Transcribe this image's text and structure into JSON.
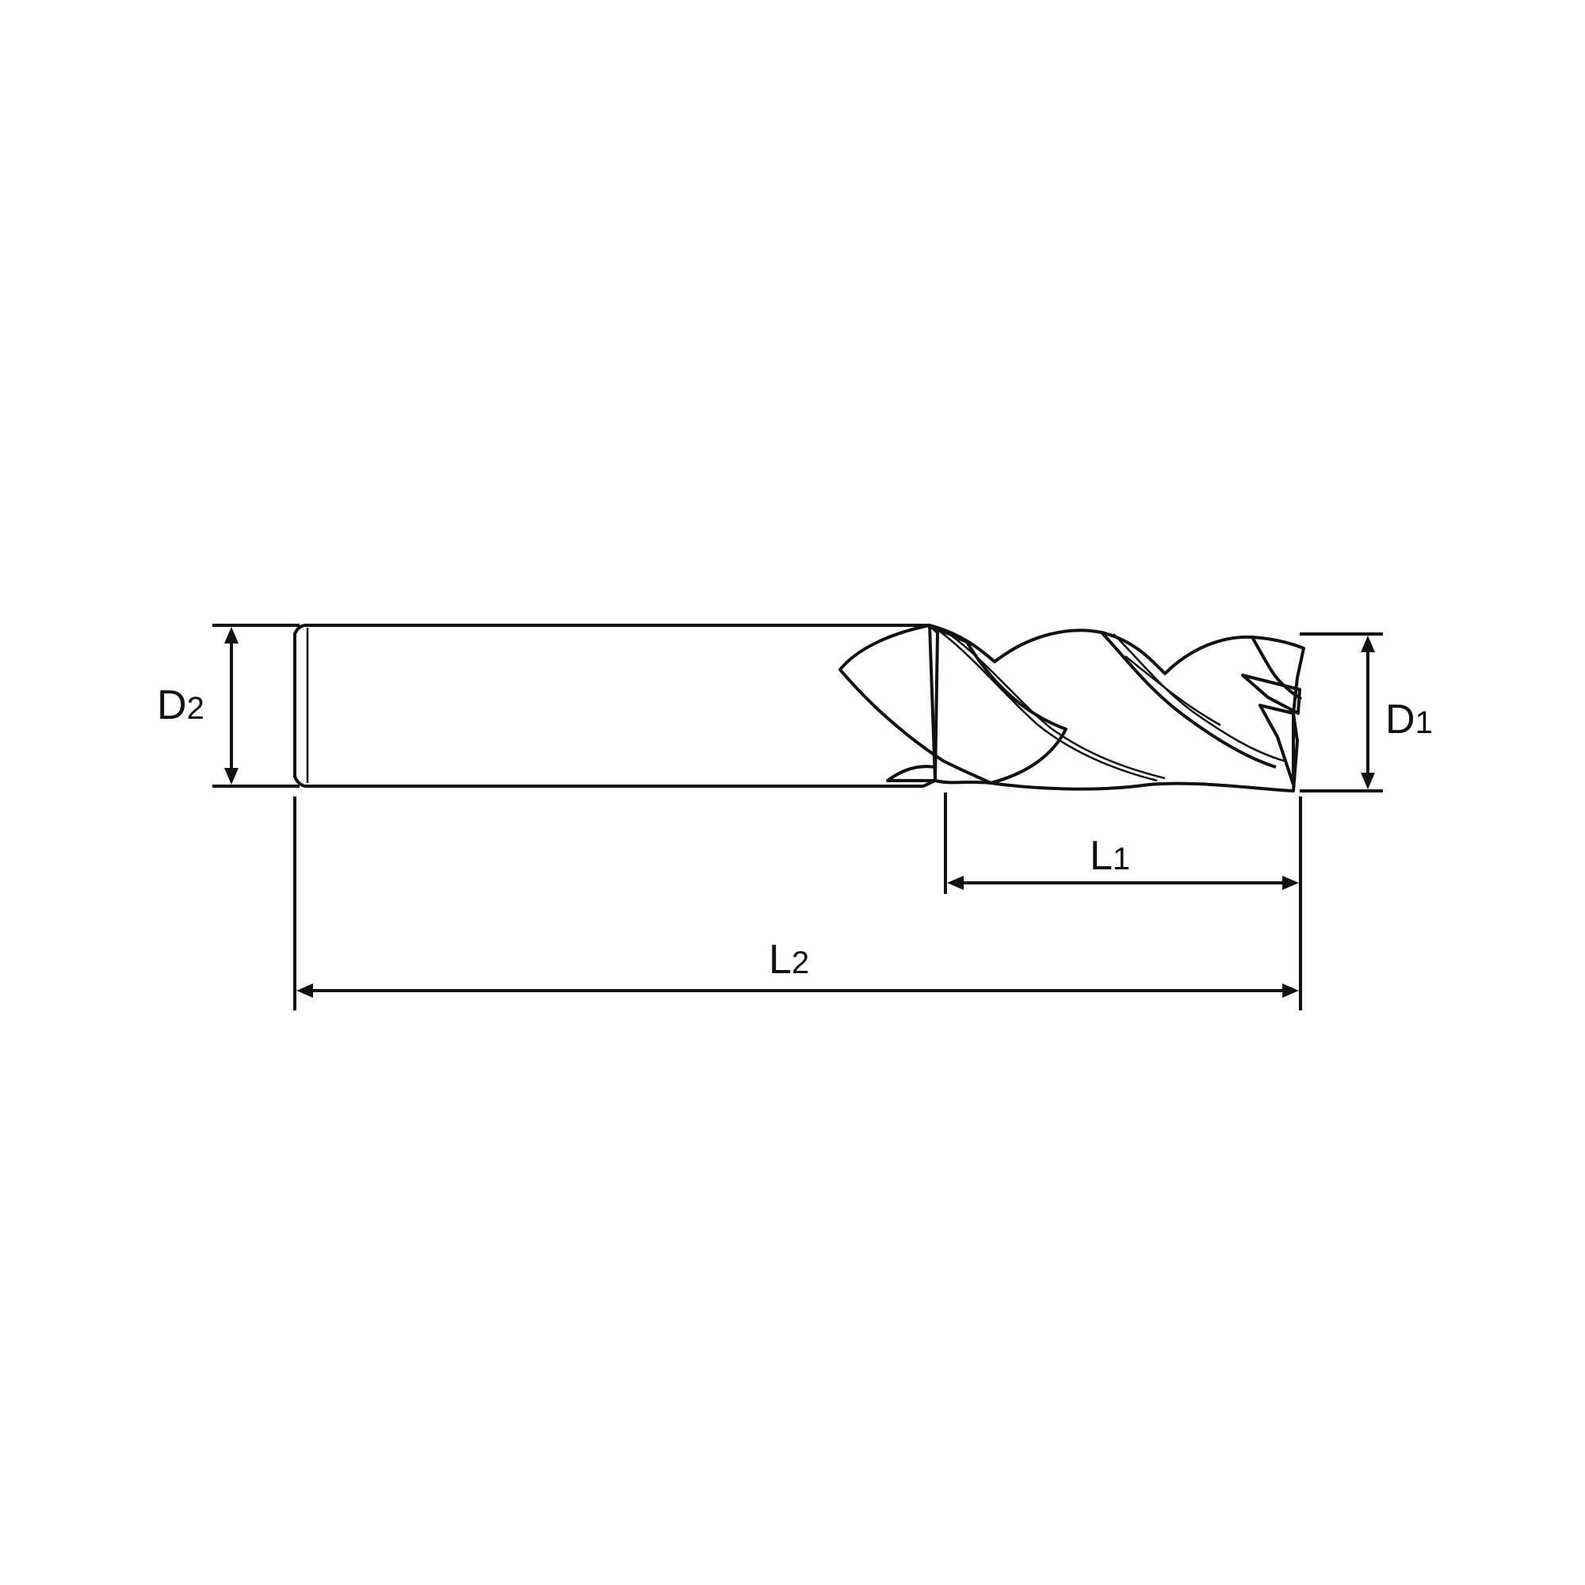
{
  "dimensions": {
    "D2": {
      "letter": "D",
      "subscript": "2"
    },
    "D1": {
      "letter": "D",
      "subscript": "1"
    },
    "L1": {
      "letter": "L",
      "subscript": "1"
    },
    "L2": {
      "letter": "L",
      "subscript": "2"
    }
  },
  "colors": {
    "line": "#111111",
    "shank_light": "#ffffff",
    "shank_dark": "#b8b8b8",
    "background": "#ffffff"
  }
}
